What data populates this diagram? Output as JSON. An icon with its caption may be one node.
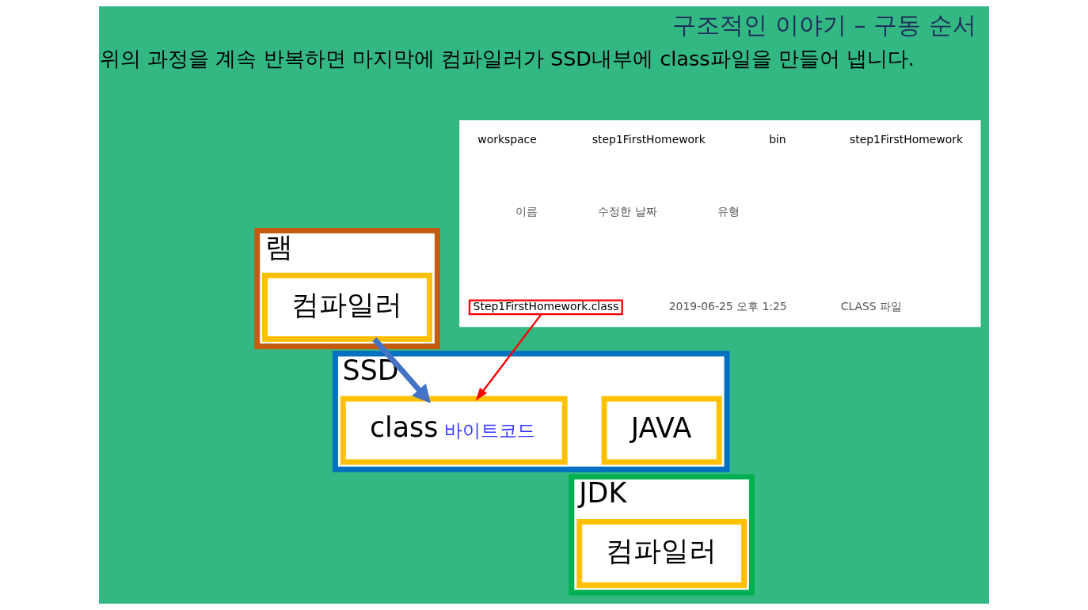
{
  "diagram": {
    "title": "구조적인 이야기 – 구동 순서",
    "nodes": [
      {
        "text": [
          "램"
        ]
      },
      {
        "text": [
          "컴파일러"
        ],
        "in": 0
      },
      {
        "text": [
          "SSD"
        ]
      },
      {
        "text": [
          "class",
          "바이트코드"
        ],
        "in": 2
      },
      {
        "text": [
          "JAVA"
        ],
        "in": 2
      },
      {
        "text": [
          "JDK"
        ]
      },
      {
        "text": [
          "컴파일러"
        ],
        "in": 5
      },
      {
        "text": [],
        "shape": "box"
      },
      {
        "text": [
          "Step1FirstHomework.class"
        ],
        "in": 7
      }
    ],
    "edges": [
      {
        "from": 1,
        "to": 3,
        "arrow": "to",
        "style": "thick",
        "color": "#4472c4"
      },
      {
        "from": 8,
        "to": 3,
        "arrow": "to",
        "color": "#ff0000"
      }
    ],
    "labels": [
      "위의 과정을 계속 반복하면 마지막에 컴파일러가 SSD내부에 class파일을 만들어 냅니다.",
      "workspace",
      "step1FirstHomework",
      "bin",
      "step1FirstHomework",
      "이름",
      "수정한 날짜",
      "유형",
      "2019-06-25 오후 1:25",
      "CLASS 파일"
    ]
  }
}
